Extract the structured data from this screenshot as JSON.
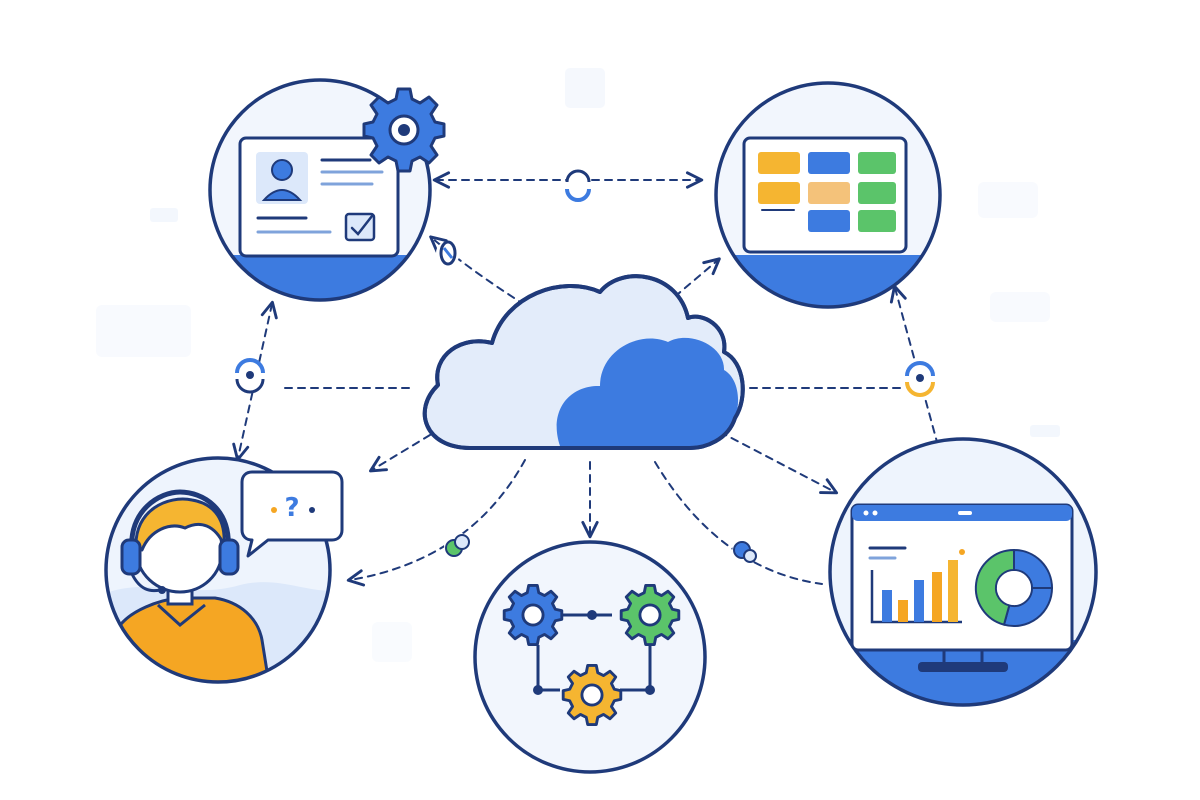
{
  "diagram": {
    "center": {
      "icon": "cloud-icon"
    },
    "nodes": [
      {
        "id": "profile",
        "icon": "id-card-icon"
      },
      {
        "id": "dashboard",
        "icon": "kanban-board-icon"
      },
      {
        "id": "support",
        "icon": "headset-agent-icon",
        "bubble_text": "?"
      },
      {
        "id": "automation",
        "icon": "gears-workflow-icon"
      },
      {
        "id": "analytics",
        "icon": "analytics-monitor-icon"
      }
    ],
    "connector_icon": "sync-icon"
  },
  "colors": {
    "primary": "#3D7BE0",
    "outline": "#1F3A7A",
    "light_blue": "#DCE8FA",
    "pale_blue": "#EEF4FD",
    "green": "#5BC46A",
    "yellow": "#F5B531",
    "orange": "#F5A623",
    "background": "#FFFFFF"
  }
}
